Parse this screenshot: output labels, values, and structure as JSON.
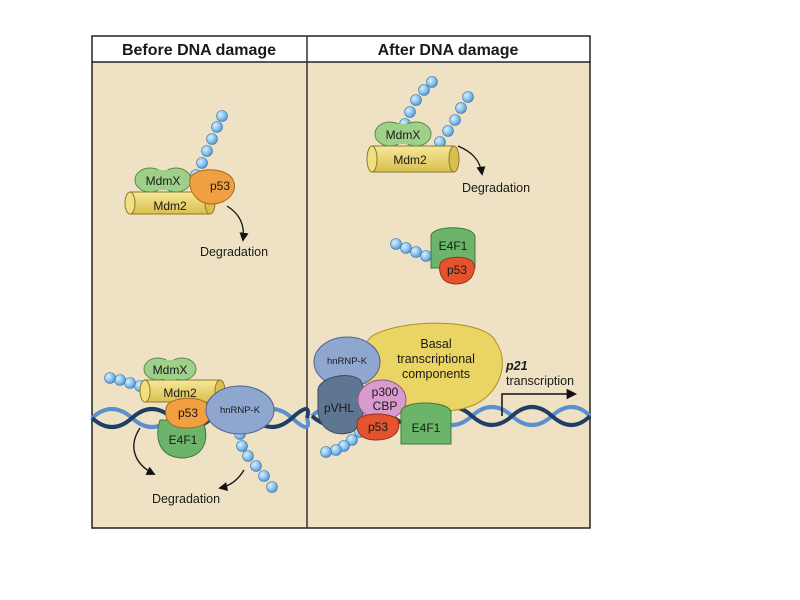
{
  "panels": {
    "before": {
      "header": "Before DNA damage"
    },
    "after": {
      "header": "After DNA damage"
    }
  },
  "labels": {
    "mdmx": "MdmX",
    "mdm2": "Mdm2",
    "p53": "p53",
    "e4f1": "E4F1",
    "hnrnpk": "hnRNP-K",
    "pvhl": "pVHL",
    "p300": "p300",
    "cbp": "CBP",
    "degradation": "Degradation",
    "basal_line1": "Basal",
    "basal_line2": "transcriptional",
    "basal_line3": "components",
    "p21": "p21",
    "transcription": "transcription"
  },
  "colors": {
    "panel_bg": "#efe2c4",
    "header_bg": "#ffffff",
    "mdmx_green": "#9fd08a",
    "mdm2_yellow": "#ecd770",
    "p53_orange": "#f0a040",
    "p53_red": "#e2532e",
    "e4f1_green": "#6cb46a",
    "hnrnpk_blue": "#8fa6cf",
    "pvhl_slate": "#5f7690",
    "p300_pink": "#d99bcf",
    "basal_yellow": "#ead464",
    "dna_dark": "#1f3f66",
    "dna_light": "#5b8fcd",
    "ub_blue": "#8ec4ee"
  }
}
